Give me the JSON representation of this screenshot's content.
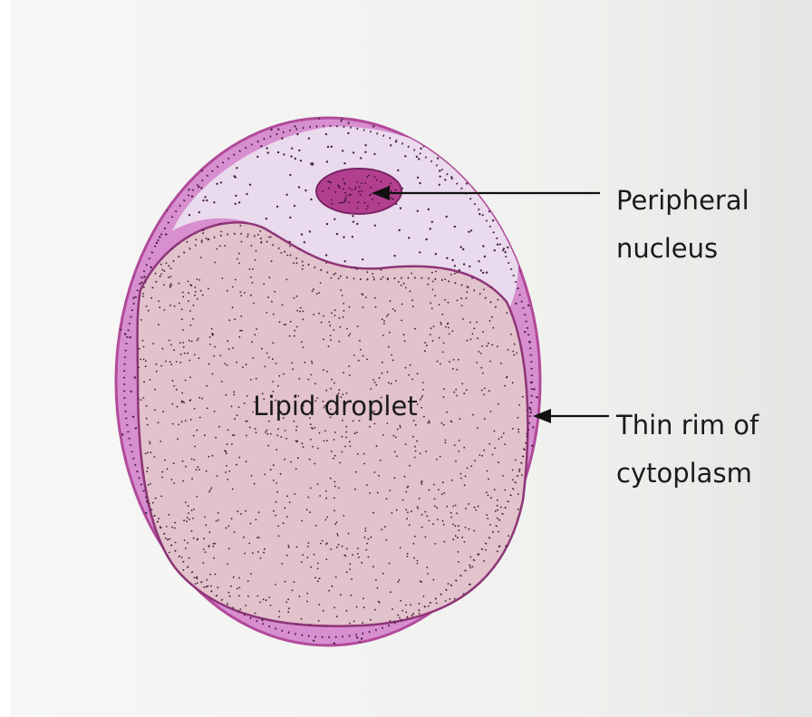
{
  "diagram": {
    "center_label": "Lipid droplet",
    "callouts": [
      {
        "id": "nucleus",
        "lines": [
          "Peripheral",
          "nucleus"
        ]
      },
      {
        "id": "rim",
        "lines": [
          "Thin rim of",
          "cytoplasm"
        ]
      }
    ]
  },
  "colors": {
    "page_background": "#f3f4f1",
    "cell_membrane": "#b14a9a",
    "cytoplasm_rim": "#d78fd0",
    "cytoplasm_top": "#e7d6ea",
    "lipid_fill": "#e2c2cb",
    "nucleus": "#b13f8e",
    "stipple": "#3d1e36",
    "text": "#1a1a1a"
  }
}
